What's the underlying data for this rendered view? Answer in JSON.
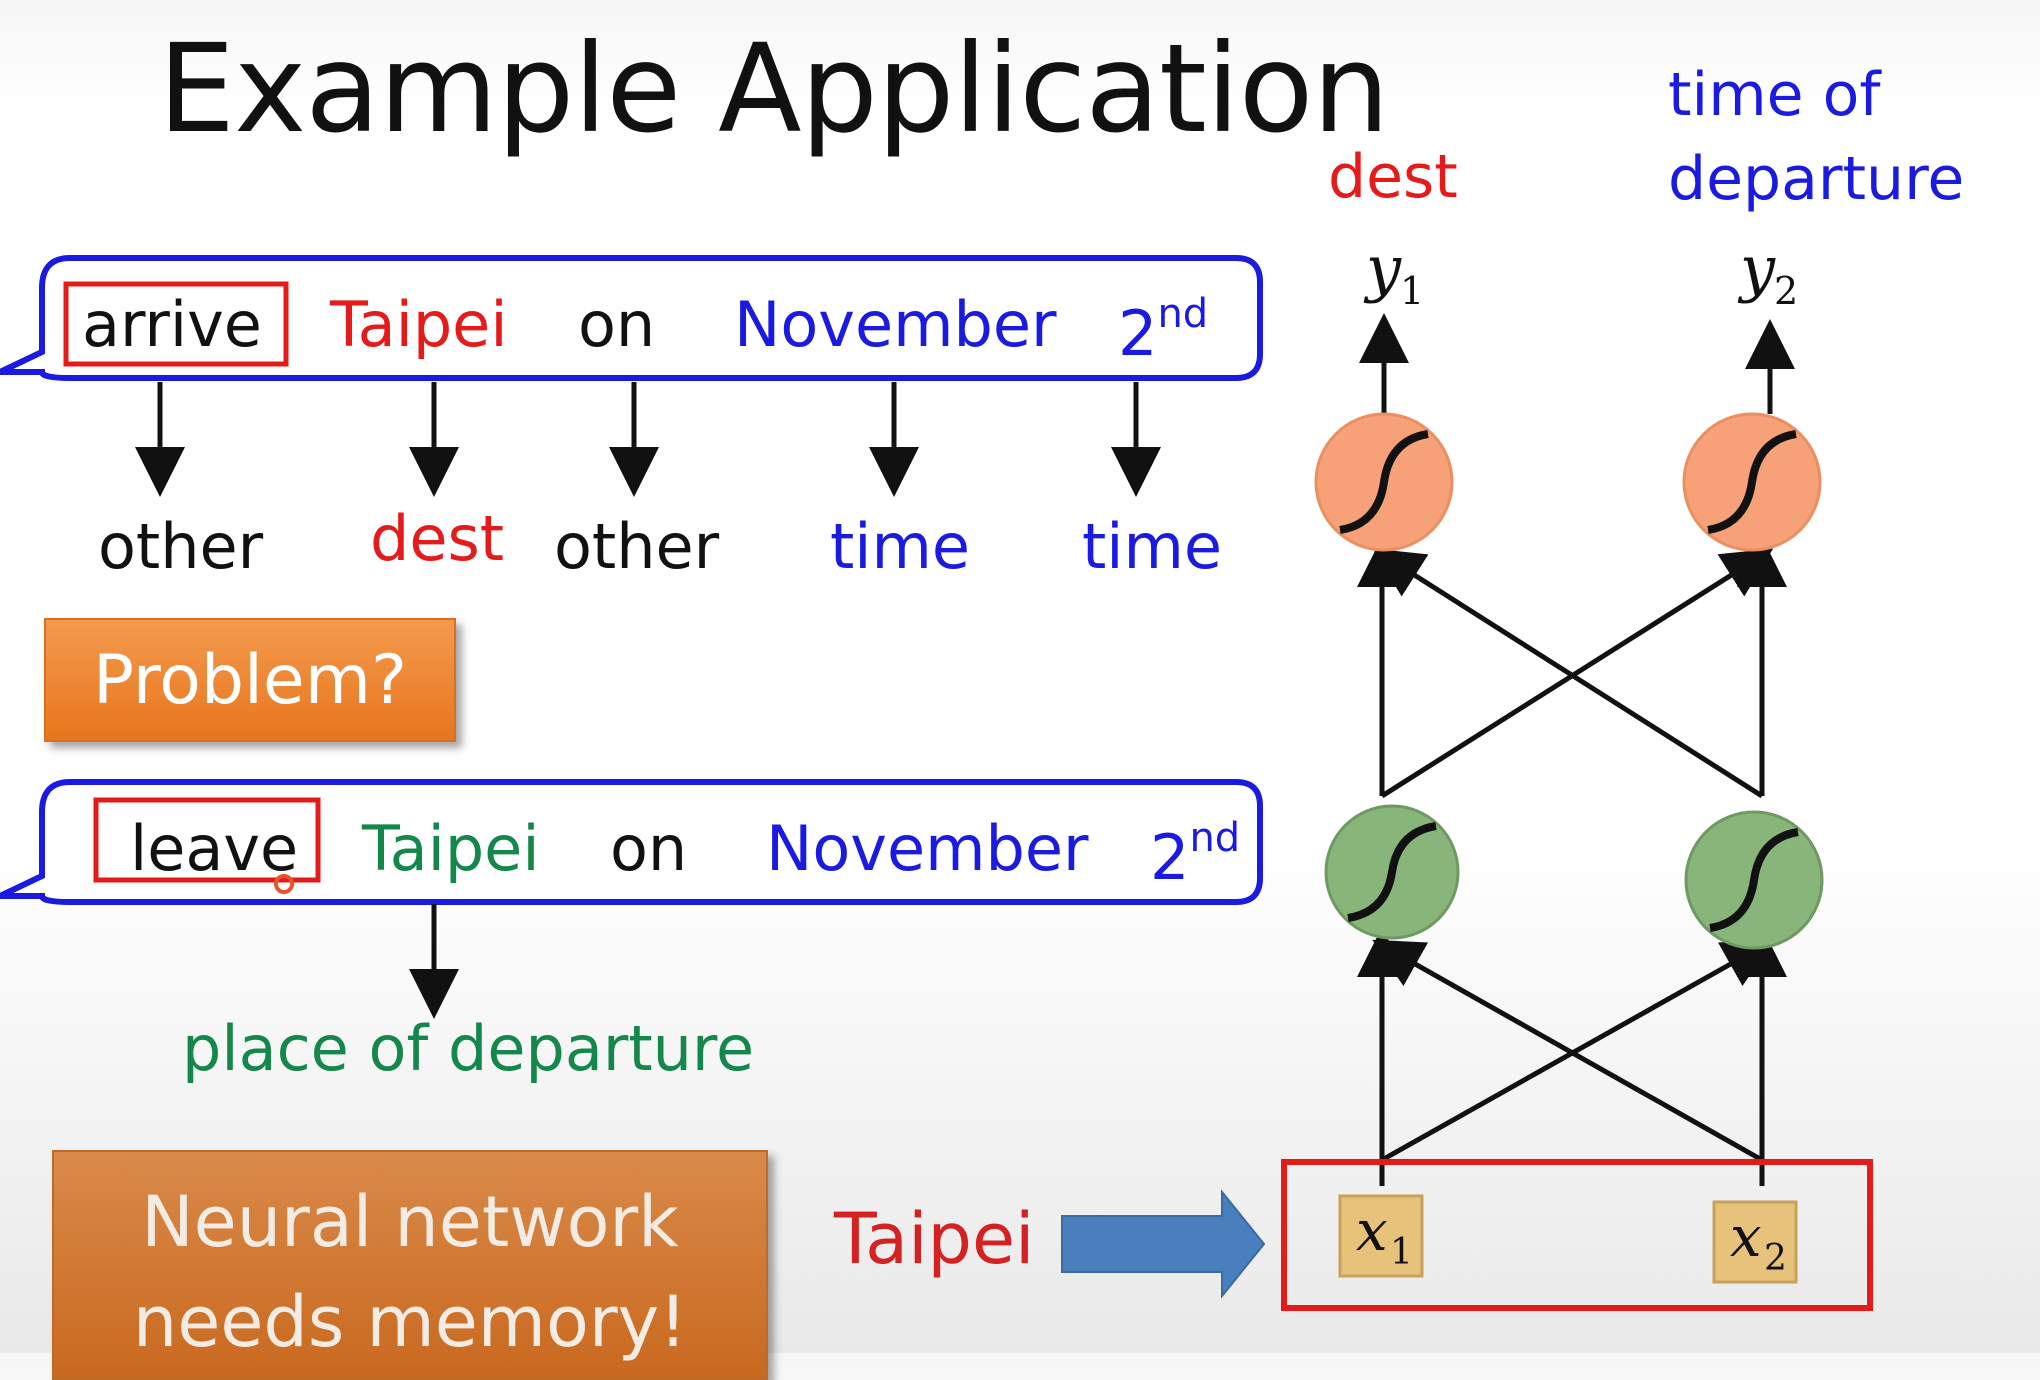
{
  "slide": {
    "title": "Example Application",
    "top_labels": {
      "dest": "dest",
      "time_of_departure_line1": "time of",
      "time_of_departure_line2": "departure"
    },
    "sentence1": {
      "words": [
        "arrive",
        "Taipei",
        "on",
        "November",
        "2",
        "nd"
      ],
      "slots": [
        "other",
        "dest",
        "other",
        "time",
        "time"
      ]
    },
    "problem_label": "Problem?",
    "sentence2": {
      "words": [
        "leave",
        "Taipei",
        "on",
        "November",
        "2",
        "nd"
      ],
      "slot": "place of departure"
    },
    "memory_note_line1": "Neural network",
    "memory_note_line2": "needs memory!",
    "input_word": "Taipei",
    "network": {
      "outputs": [
        "y",
        "y"
      ],
      "output_subscripts": [
        "1",
        "2"
      ],
      "inputs": [
        "x",
        "x"
      ],
      "input_subscripts": [
        "1",
        "2"
      ]
    },
    "colors": {
      "slot_red": "#e51b1b",
      "slot_blue": "#1a1ae0",
      "slot_green": "#14874a",
      "bubble_border": "#1a1ae0",
      "highlight_box": "#e51b1b",
      "output_neuron": "#f6a177",
      "hidden_neuron": "#88b57a",
      "input_box": "#e6c27a",
      "arrow_fill": "#4a7fbe"
    }
  }
}
